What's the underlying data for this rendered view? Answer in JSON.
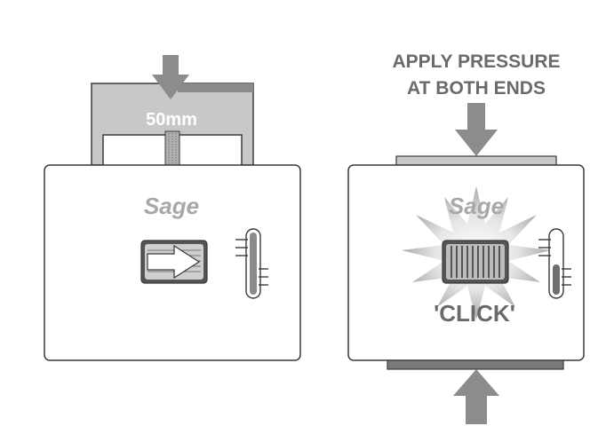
{
  "left_panel": {
    "width_label": "50mm",
    "brand_text": "Sage"
  },
  "right_panel": {
    "instruction_line1": "APPLY PRESSURE",
    "instruction_line2": "AT BOTH ENDS",
    "brand_text": "Sage",
    "click_label": "'CLICK'"
  },
  "colors": {
    "outline": "#3a3a3a",
    "dark_gray": "#6e6e6e",
    "mid_gray": "#9a9a9a",
    "light_gray": "#c8c8c8",
    "panel_fill": "#ffffff",
    "text_gray": "#6a6a6a"
  },
  "icons": {
    "press_arrow": "down-arrow-icon",
    "push_arrow": "up-arrow-icon",
    "slide_arrow": "right-arrow-icon",
    "burst": "click-burst-icon"
  }
}
